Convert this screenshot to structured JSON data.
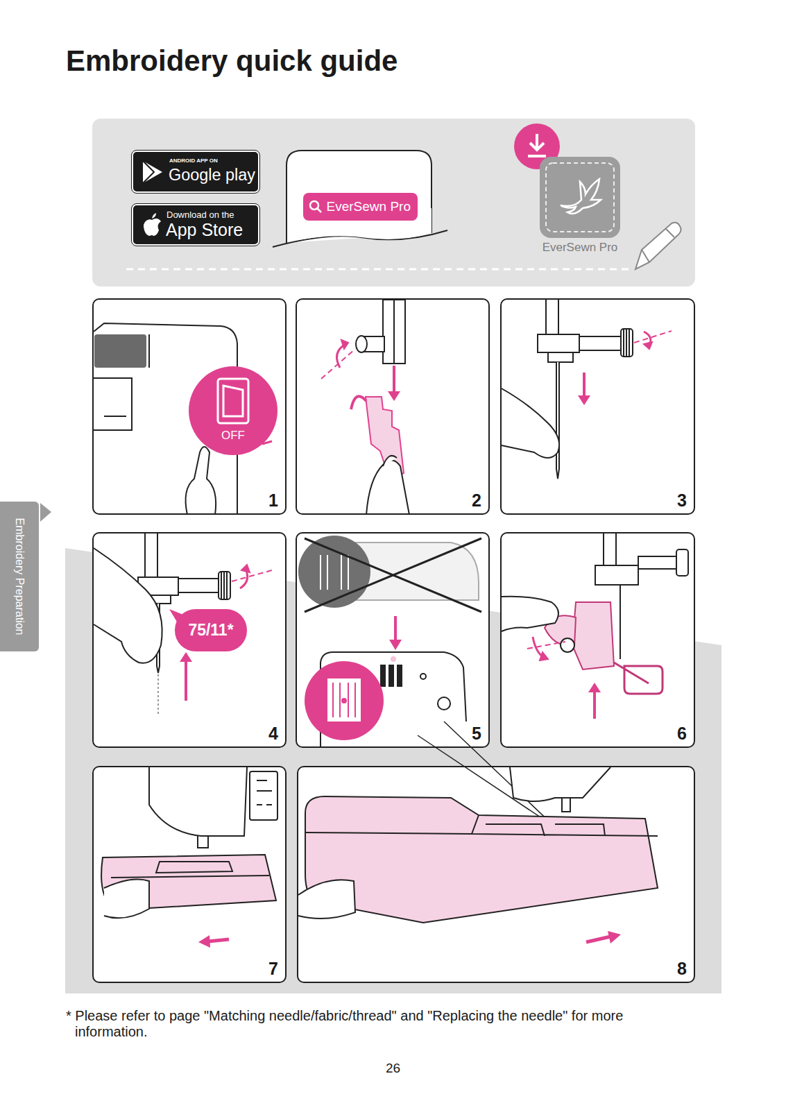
{
  "diagram": {
    "title": "Embroidery quick guide",
    "caption": "* Please refer to page \"Matching needle/fabric/thread\" and \"Replacing the needle\" for more information.",
    "nodes": [
      {
        "text": [
          "ANDROID APP ON",
          "Google play"
        ]
      },
      {
        "text": [
          "Download on the",
          "App Store"
        ]
      },
      {
        "text": [
          "EverSewn Pro"
        ]
      },
      {
        "text": [
          "EverSewn Pro"
        ]
      },
      {
        "text": [
          "1"
        ]
      },
      {
        "text": [
          "OFF"
        ],
        "in": 4
      },
      {
        "text": [
          "2"
        ]
      },
      {
        "text": [
          "3"
        ]
      },
      {
        "text": [
          "4"
        ]
      },
      {
        "text": [
          "75/11*"
        ],
        "in": 8
      },
      {
        "text": [
          "5"
        ]
      },
      {
        "text": [
          "6"
        ]
      },
      {
        "text": [
          "7"
        ]
      },
      {
        "text": [
          "8"
        ]
      },
      {
        "text": [
          "Embroidery Preparation"
        ]
      }
    ],
    "labels": [
      "26"
    ]
  }
}
